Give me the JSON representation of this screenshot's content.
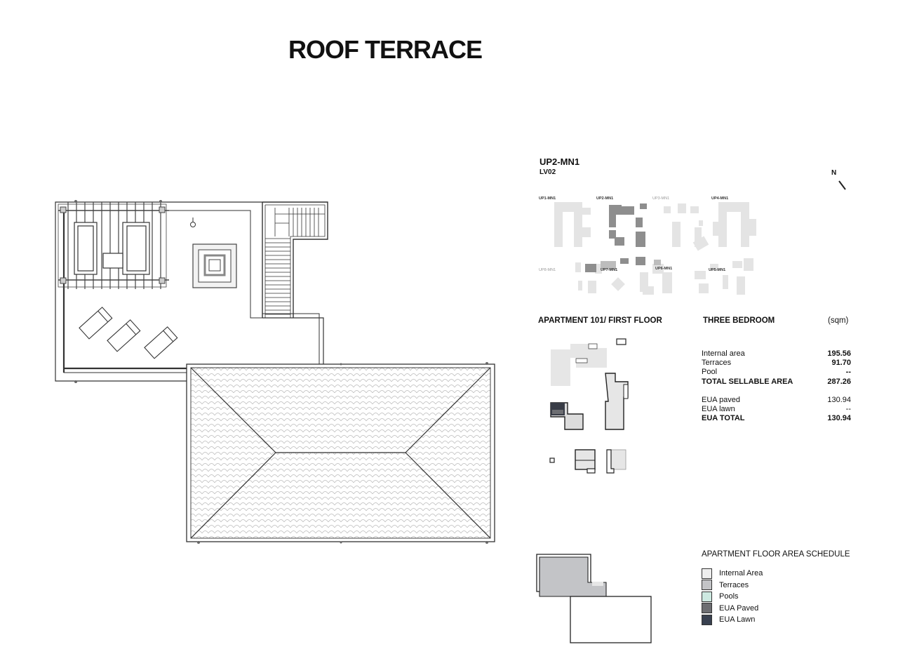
{
  "page_title": "ROOF TERRACE",
  "unit": {
    "code": "UP2-MN1",
    "level": "LV02"
  },
  "compass": {
    "label": "N"
  },
  "site_plan": {
    "labels": [
      {
        "text": "UP1-MN1",
        "faint": false
      },
      {
        "text": "UP2-MN1",
        "faint": false
      },
      {
        "text": "UP3-MN1",
        "faint": true
      },
      {
        "text": "UP4-MN1",
        "faint": false
      },
      {
        "text": "UP8-MN1",
        "faint": true
      },
      {
        "text": "UP7-MN1",
        "faint": false
      },
      {
        "text": "UP6-MN1",
        "faint": false
      },
      {
        "text": "UP5-MN1",
        "faint": false
      }
    ]
  },
  "schedule_header": {
    "apartment": "APARTMENT 101/ FIRST FLOOR",
    "type": "THREE BEDROOM",
    "unit": "(sqm)"
  },
  "areas": [
    {
      "label": "Internal area",
      "value": "195.56",
      "style": ""
    },
    {
      "label": "Terraces",
      "value": "91.70",
      "style": ""
    },
    {
      "label": "Pool",
      "value": "--",
      "style": ""
    },
    {
      "label": "TOTAL SELLABLE AREA",
      "value": "287.26",
      "style": "bold"
    },
    {
      "label": "EUA paved",
      "value": "130.94",
      "style": "light",
      "gap_before": true
    },
    {
      "label": "EUA lawn",
      "value": "--",
      "style": "light"
    },
    {
      "label": "EUA TOTAL",
      "value": "130.94",
      "style": "bold"
    }
  ],
  "legend": {
    "title": "APARTMENT FLOOR AREA SCHEDULE",
    "items": [
      {
        "label": "Internal Area",
        "color": "#eeeeee"
      },
      {
        "label": "Terraces",
        "color": "#c3c4c7"
      },
      {
        "label": "Pools",
        "color": "#cde9e1"
      },
      {
        "label": "EUA Paved",
        "color": "#6d6e72"
      },
      {
        "label": "EUA Lawn",
        "color": "#38404f"
      }
    ]
  }
}
